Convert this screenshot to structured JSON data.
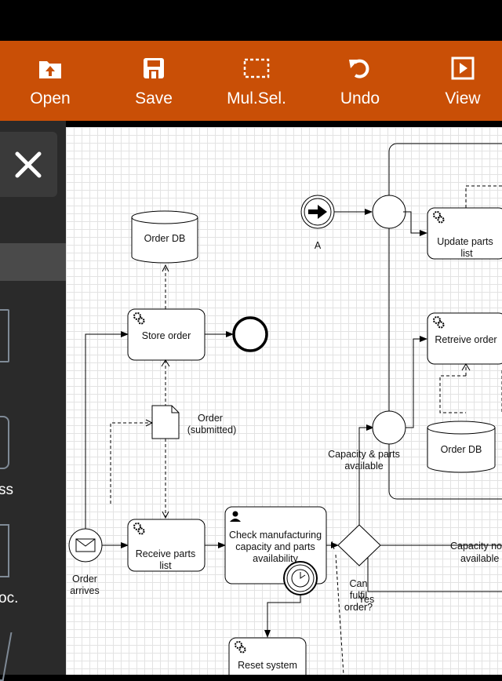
{
  "toolbar": {
    "open_label": "Open",
    "save_label": "Save",
    "mulsel_label": "Mul.Sel.",
    "undo_label": "Undo",
    "view_label": "View"
  },
  "sidebar": {
    "partial_label_1": "ss",
    "partial_label_2": "oc."
  },
  "diagram": {
    "order_db_1": "Order DB",
    "store_order": "Store order",
    "order_doc_line1": "Order",
    "order_doc_line2": "(submitted)",
    "receive_parts_line1": "Receive parts",
    "receive_parts_line2": "list",
    "check_line1": "Check manufacturing",
    "check_line2": "capacity and parts",
    "check_line3": "availability",
    "order_arrives_line1": "Order",
    "order_arrives_line2": "arrives",
    "can_fulfil_line1": "Can",
    "can_fulfil_line2": "fulfil",
    "can_fulfil_line3": "order?",
    "yes_label": "Yes",
    "capacity_available_line1": "Capacity & parts",
    "capacity_available_line2": "available",
    "capacity_not_line1": "Capacity no",
    "capacity_not_line2": "available",
    "link_a": "A",
    "update_parts_line1": "Update parts",
    "update_parts_line2": "list",
    "retrieve_order": "Retreive order",
    "order_db_2": "Order DB",
    "reset_system": "Reset system"
  },
  "colors": {
    "toolbar": "#c94f06",
    "sidebar": "#2a2a2a",
    "canvas": "#ffffff"
  }
}
